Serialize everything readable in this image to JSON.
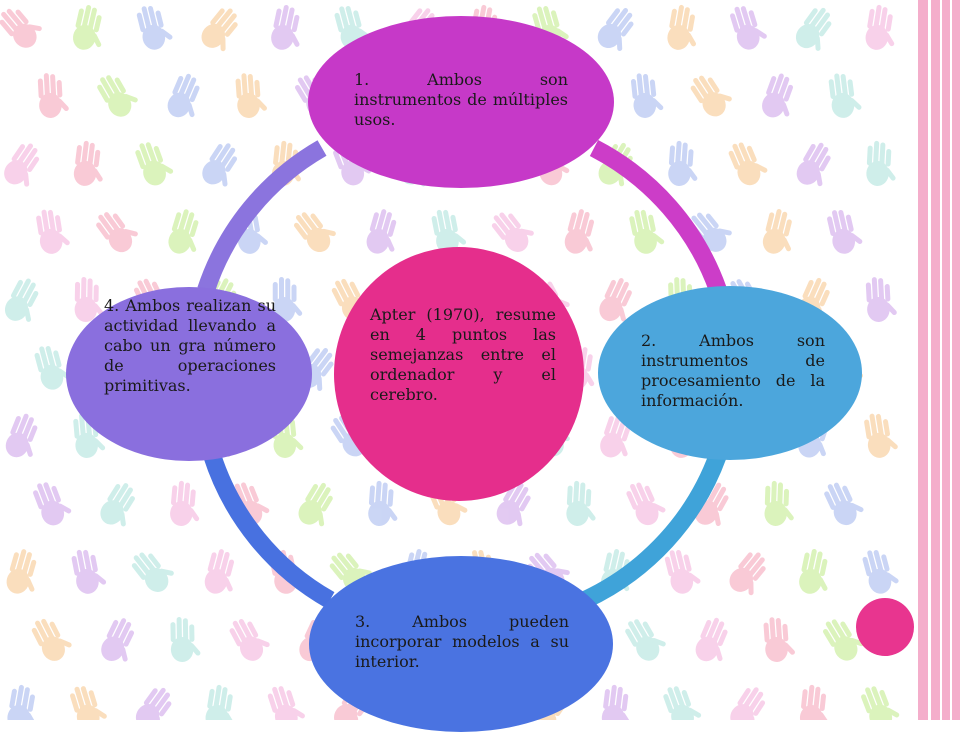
{
  "colors": {
    "node_top": "#C639C8",
    "node_right": "#4CA6DC",
    "node_bottom": "#4A73E1",
    "node_left": "#8A6FDE",
    "node_center": "#E52E8C",
    "arc_top_right": "#CC3DC8",
    "arc_right_bottom": "#3FA3D9",
    "arc_bottom_left": "#4871E0",
    "arc_left_top": "#8B74DE",
    "accent_dot": "#E8358F",
    "border_pink": "#F4AECB"
  },
  "diagram": {
    "center": {
      "text": "Apter (1970), resume en 4 puntos las semejanzas entre el ordenador y el cerebro."
    },
    "nodes": [
      {
        "id": "top",
        "text": "1. Ambos son instrumentos de múltiples usos."
      },
      {
        "id": "right",
        "text": "2. Ambos son instrumentos de procesamiento de la información."
      },
      {
        "id": "bottom",
        "text": "3. Ambos pueden incorporar modelos a su interior."
      },
      {
        "id": "left",
        "text": "4. Ambos realizan su actividad llevando a cabo un gra número de operaciones primitivas."
      }
    ]
  },
  "background": {
    "pattern_icon": "handprint-icon"
  }
}
